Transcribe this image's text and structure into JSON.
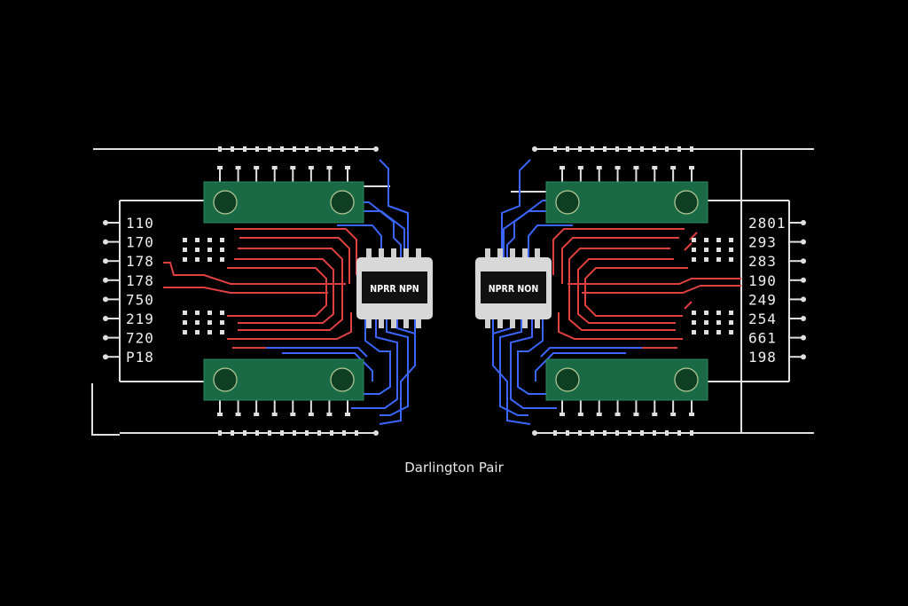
{
  "caption": "Darlington Pair",
  "colors": {
    "background": "#000000",
    "board_green": "#1a6b45",
    "pad_green": "#0f3f22",
    "trace_red": "#e04040",
    "trace_blue": "#3a66ff",
    "wire_white": "#e0e0e0",
    "chip_body": "#111111",
    "chip_frame": "#d8d8d8"
  },
  "left_circuit": {
    "chip_label": "NPRR NPN",
    "pin_labels": [
      "110",
      "170",
      "178",
      "178",
      "750",
      "219",
      "720",
      "P18"
    ]
  },
  "right_circuit": {
    "chip_label": "NPRR NON",
    "pin_labels": [
      "2801",
      "293",
      "283",
      "190",
      "249",
      "254",
      "661",
      "198"
    ]
  }
}
